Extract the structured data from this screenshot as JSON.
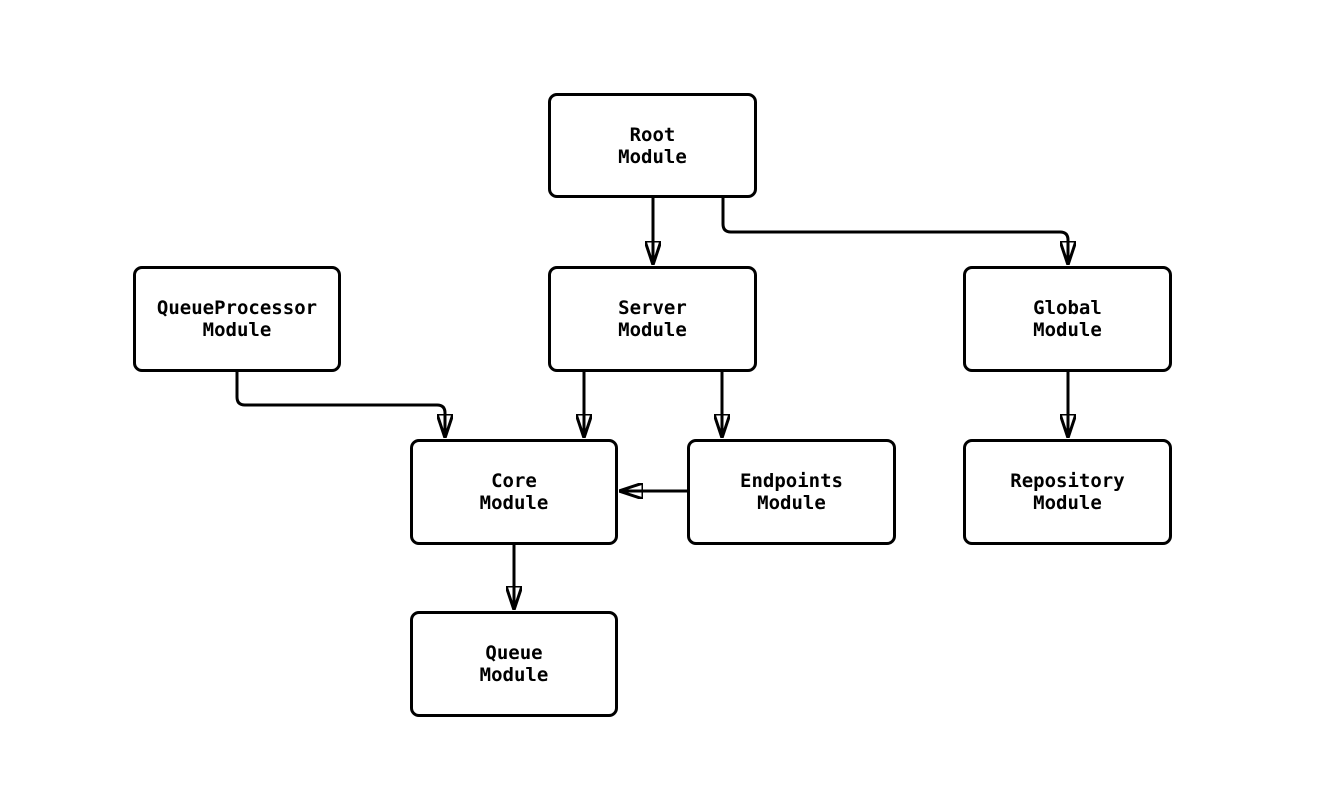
{
  "diagram": {
    "type": "flowchart",
    "background_color": "#ffffff",
    "line_color": "#000000",
    "node_fill_color": "#ffffff",
    "nodes": [
      {
        "id": "root",
        "label": "Root\nModule"
      },
      {
        "id": "queueprocessor",
        "label": "QueueProcessor\nModule"
      },
      {
        "id": "server",
        "label": "Server\nModule"
      },
      {
        "id": "global",
        "label": "Global\nModule"
      },
      {
        "id": "core",
        "label": "Core\nModule"
      },
      {
        "id": "endpoints",
        "label": "Endpoints\nModule"
      },
      {
        "id": "repository",
        "label": "Repository\nModule"
      },
      {
        "id": "queue",
        "label": "Queue\nModule"
      }
    ],
    "edges": [
      {
        "from": "root",
        "to": "server"
      },
      {
        "from": "root",
        "to": "global"
      },
      {
        "from": "queueprocessor",
        "to": "core"
      },
      {
        "from": "server",
        "to": "core"
      },
      {
        "from": "server",
        "to": "endpoints"
      },
      {
        "from": "endpoints",
        "to": "core"
      },
      {
        "from": "global",
        "to": "repository"
      },
      {
        "from": "core",
        "to": "queue"
      }
    ]
  }
}
